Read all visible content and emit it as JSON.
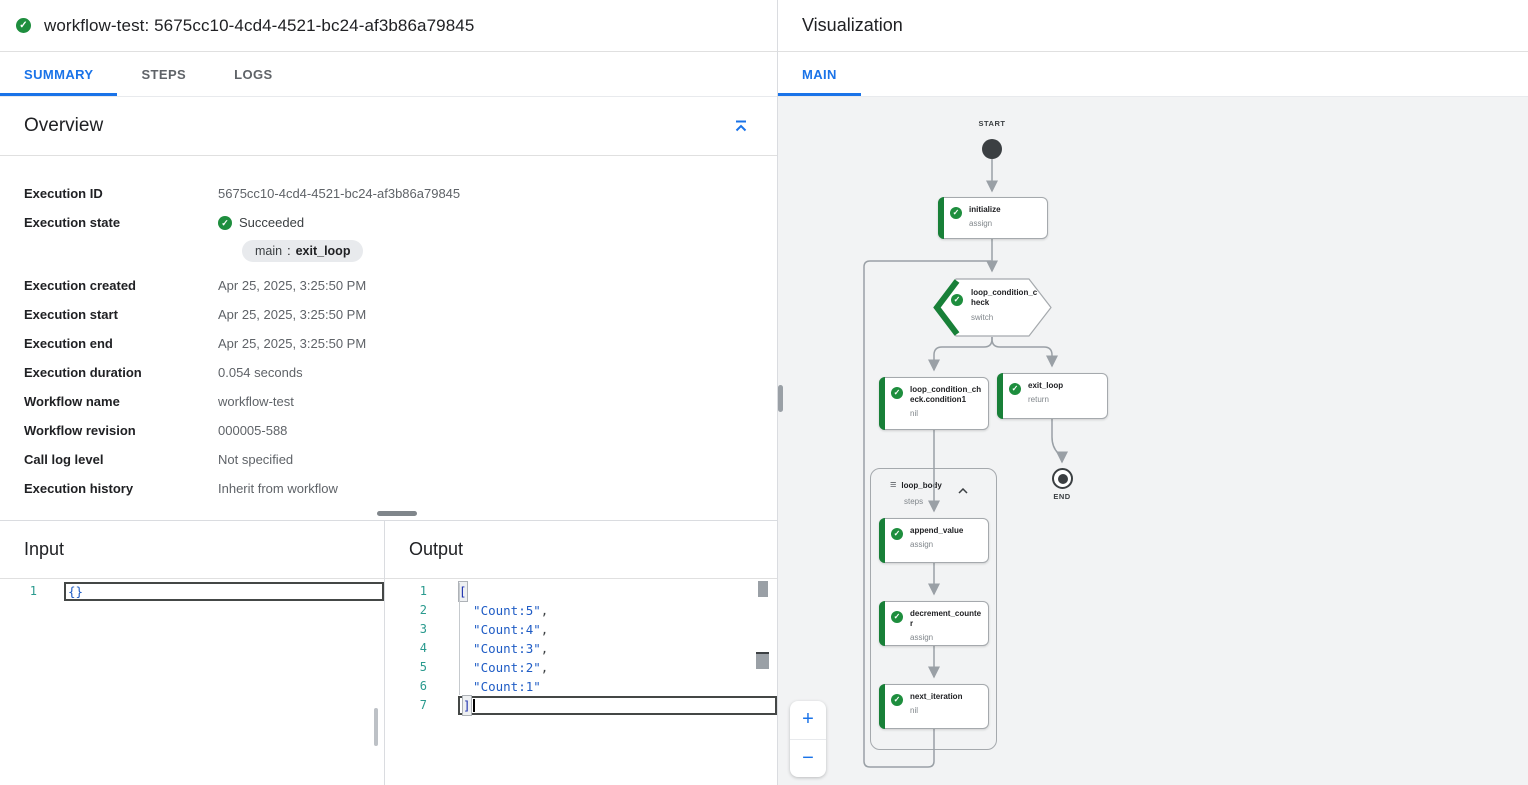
{
  "icons": {
    "check": "✓",
    "list": "≡"
  },
  "left_panel": {
    "title": "workflow-test: 5675cc10-4cd4-4521-bc24-af3b86a79845",
    "tabs": [
      {
        "label": "SUMMARY"
      },
      {
        "label": "STEPS"
      },
      {
        "label": "LOGS"
      }
    ],
    "overview": {
      "heading": "Overview",
      "fields": [
        {
          "label": "Execution ID",
          "value": "5675cc10-4cd4-4521-bc24-af3b86a79845"
        },
        {
          "label": "Execution state",
          "value": "Succeeded"
        },
        {
          "label": "Execution created",
          "value": "Apr 25, 2025, 3:25:50 PM"
        },
        {
          "label": "Execution start",
          "value": "Apr 25, 2025, 3:25:50 PM"
        },
        {
          "label": "Execution end",
          "value": "Apr 25, 2025, 3:25:50 PM"
        },
        {
          "label": "Execution duration",
          "value": "0.054 seconds"
        },
        {
          "label": "Workflow name",
          "value": "workflow-test"
        },
        {
          "label": "Workflow revision",
          "value": "000005-588"
        },
        {
          "label": "Call log level",
          "value": "Not specified"
        },
        {
          "label": "Execution history",
          "value": "Inherit from workflow"
        }
      ],
      "state_chip": {
        "context": "main",
        "separator": ":",
        "step": "exit_loop"
      }
    },
    "input": {
      "heading": "Input",
      "lines": [
        {
          "no": "1",
          "code": "{}"
        }
      ]
    },
    "output": {
      "heading": "Output",
      "lines": [
        {
          "no": "1",
          "code": "[",
          "tail": ""
        },
        {
          "no": "2",
          "code": "  \"Count:5\"",
          "tail": ","
        },
        {
          "no": "3",
          "code": "  \"Count:4\"",
          "tail": ","
        },
        {
          "no": "4",
          "code": "  \"Count:3\"",
          "tail": ","
        },
        {
          "no": "5",
          "code": "  \"Count:2\"",
          "tail": ","
        },
        {
          "no": "6",
          "code": "  \"Count:1\"",
          "tail": ""
        },
        {
          "no": "7",
          "code": "]",
          "tail": ""
        }
      ]
    }
  },
  "right_panel": {
    "title": "Visualization",
    "tabs": [
      {
        "label": "MAIN"
      }
    ],
    "diagram": {
      "start_label": "START",
      "end_label": "END",
      "nodes": {
        "initialize": {
          "title": "initialize",
          "subtitle": "assign"
        },
        "loop_condition_check": {
          "title": "loop_condition_check",
          "subtitle": "switch"
        },
        "condition1": {
          "title": "loop_condition_check.condition1",
          "subtitle": "nil"
        },
        "exit_loop": {
          "title": "exit_loop",
          "subtitle": "return"
        },
        "loop_body": {
          "title": "loop_body",
          "subtitle": "steps"
        },
        "append_value": {
          "title": "append_value",
          "subtitle": "assign"
        },
        "decrement_counter": {
          "title": "decrement_counter",
          "subtitle": "assign"
        },
        "next_iteration": {
          "title": "next_iteration",
          "subtitle": "nil"
        }
      }
    },
    "zoom_controls": {
      "zoom_in": "+",
      "zoom_out": "−"
    }
  },
  "colors": {
    "accent": "#1a73e8",
    "success_green": "#1e8e3e",
    "node_green": "#188038"
  }
}
